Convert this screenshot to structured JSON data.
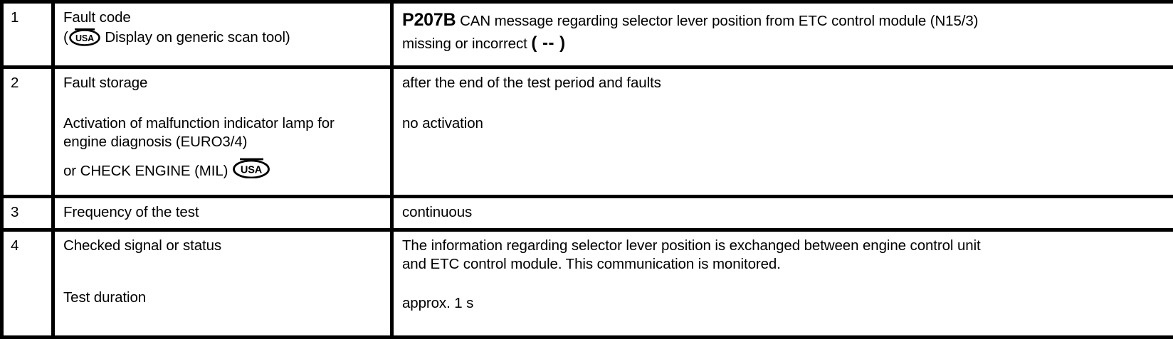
{
  "document": {
    "type": "diagnostic-fault-table",
    "icon_names": [
      "usa-oval-badge"
    ]
  },
  "table": {
    "columns": [
      "index",
      "parameter",
      "value"
    ],
    "rows": [
      {
        "index": "1",
        "label_lines": [
          "Fault code"
        ],
        "label_paren_open": "(",
        "label_badge": "USA",
        "label_after_badge": "Display on generic scan tool)",
        "value_code": "P207B",
        "value_text_1": "CAN message regarding selector lever position from ETC control module (N15/3)",
        "value_text_2": "missing or incorrect",
        "value_dash": "( -- )"
      },
      {
        "index": "2",
        "label_first": "Fault storage",
        "label_block_line1": "Activation of malfunction indicator lamp for",
        "label_block_line2": "engine diagnosis (EURO3/4)",
        "label_block_line3": "or CHECK ENGINE (MIL)",
        "label_badge": "USA",
        "value_first": "after the end of the test period and faults",
        "value_second": "no activation"
      },
      {
        "index": "3",
        "label": "Frequency of the test",
        "value": "continuous"
      },
      {
        "index": "4",
        "label_first": "Checked signal or status",
        "label_second": "Test duration",
        "value_first_line1": "The information regarding selector lever position is exchanged between engine control unit",
        "value_first_line2": "and ETC control module. This communication is monitored.",
        "value_second": "approx. 1 s"
      }
    ]
  },
  "colors": {
    "ink": "#000000",
    "paper": "#ffffff"
  }
}
